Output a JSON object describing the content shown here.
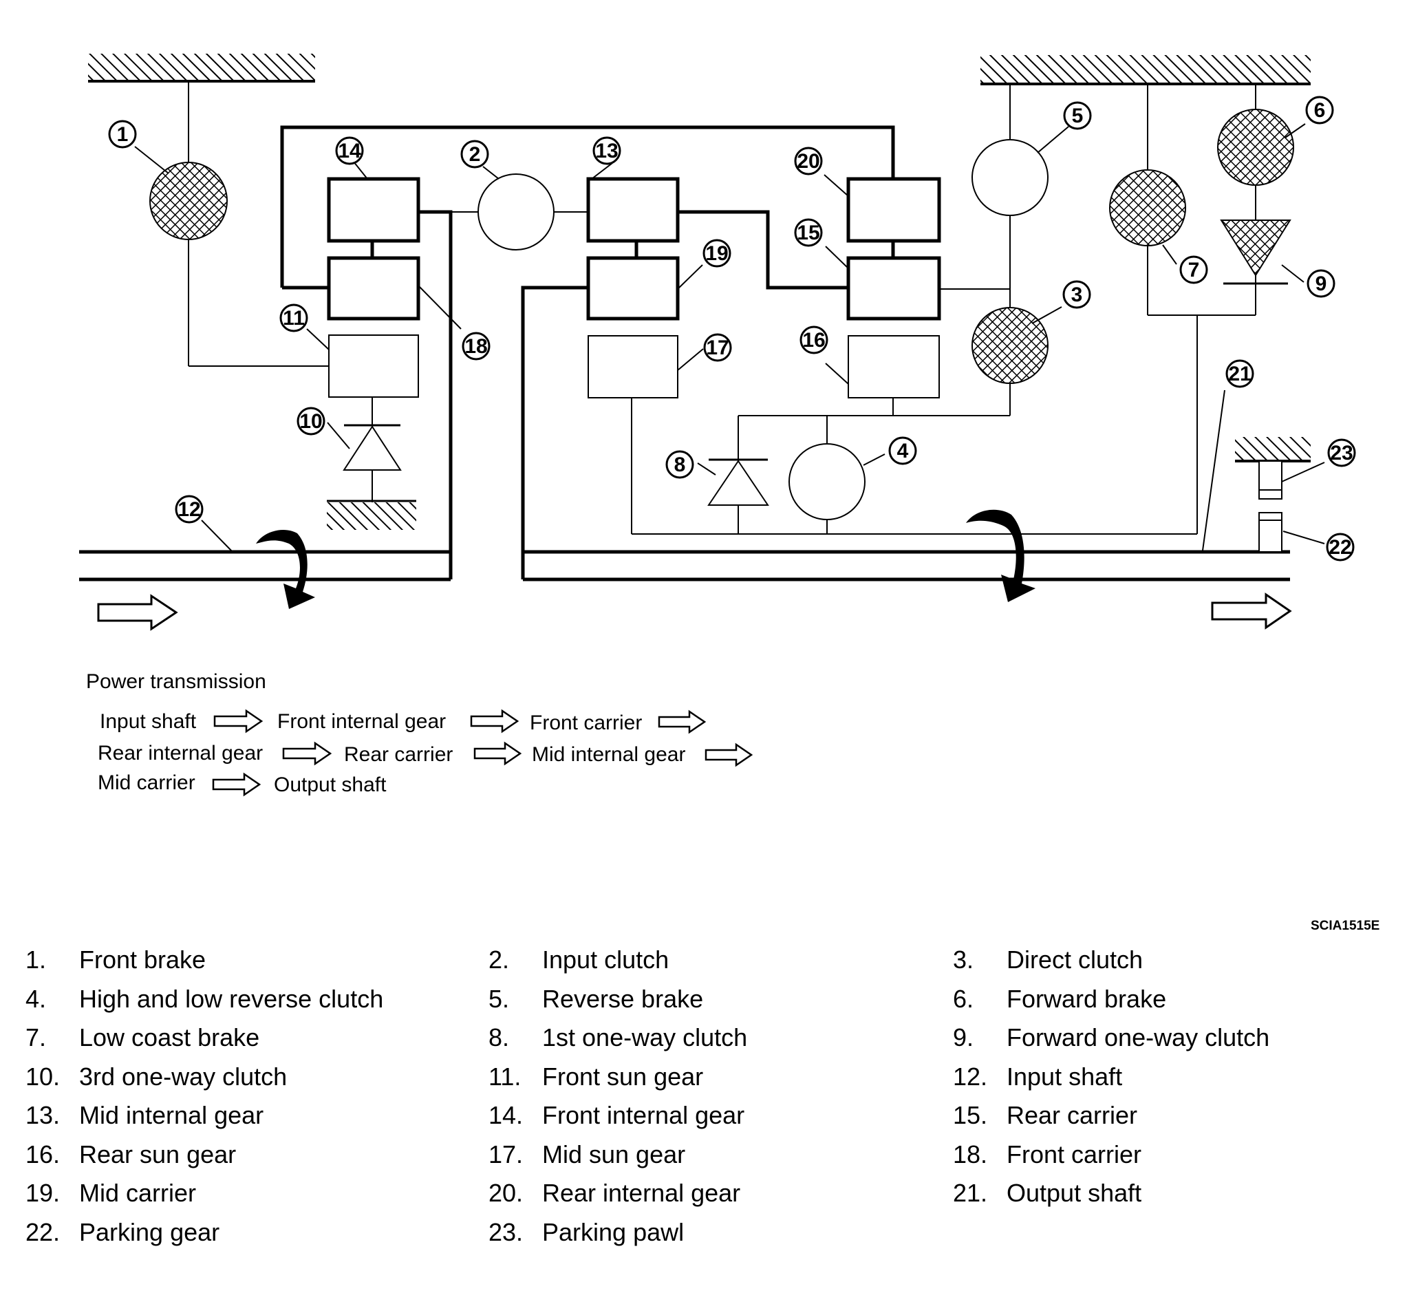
{
  "figure_id": "SCIA1515E",
  "power_transmission": {
    "title": "Power transmission",
    "flow": [
      "Input shaft",
      "Front internal gear",
      "Front carrier",
      "Rear internal gear",
      "Rear carrier",
      "Mid internal gear",
      "Mid carrier",
      "Output shaft"
    ]
  },
  "callouts": [
    "1",
    "2",
    "3",
    "4",
    "5",
    "6",
    "7",
    "8",
    "9",
    "10",
    "11",
    "12",
    "13",
    "14",
    "15",
    "16",
    "17",
    "18",
    "19",
    "20",
    "21",
    "22",
    "23"
  ],
  "legend": [
    {
      "num": "1.",
      "name": "Front brake"
    },
    {
      "num": "2.",
      "name": "Input clutch"
    },
    {
      "num": "3.",
      "name": "Direct clutch"
    },
    {
      "num": "4.",
      "name": "High and low reverse clutch"
    },
    {
      "num": "5.",
      "name": "Reverse brake"
    },
    {
      "num": "6.",
      "name": "Forward brake"
    },
    {
      "num": "7.",
      "name": "Low coast brake"
    },
    {
      "num": "8.",
      "name": "1st one-way clutch"
    },
    {
      "num": "9.",
      "name": "Forward one-way clutch"
    },
    {
      "num": "10.",
      "name": "3rd one-way clutch"
    },
    {
      "num": "11.",
      "name": "Front sun gear"
    },
    {
      "num": "12.",
      "name": "Input shaft"
    },
    {
      "num": "13.",
      "name": "Mid internal gear"
    },
    {
      "num": "14.",
      "name": "Front internal gear"
    },
    {
      "num": "15.",
      "name": "Rear carrier"
    },
    {
      "num": "16.",
      "name": "Rear sun gear"
    },
    {
      "num": "17.",
      "name": "Mid sun gear"
    },
    {
      "num": "18.",
      "name": "Front carrier"
    },
    {
      "num": "19.",
      "name": "Mid carrier"
    },
    {
      "num": "20.",
      "name": "Rear internal gear"
    },
    {
      "num": "21.",
      "name": "Output shaft"
    },
    {
      "num": "22.",
      "name": "Parking gear"
    },
    {
      "num": "23.",
      "name": "Parking pawl"
    }
  ]
}
